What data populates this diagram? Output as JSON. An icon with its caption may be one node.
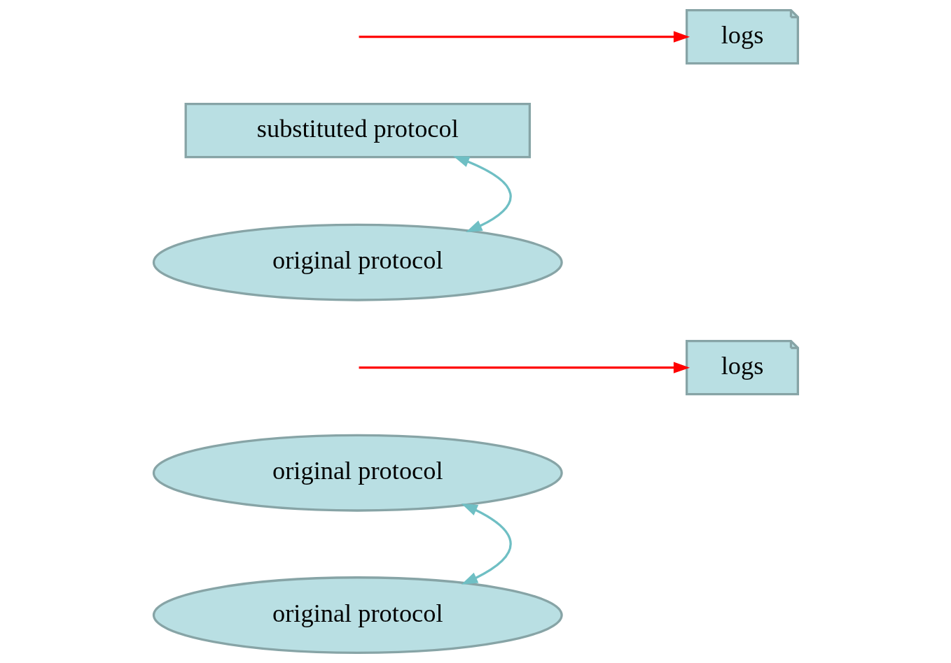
{
  "diagram": {
    "nodes": [
      {
        "text": [
          "original protocol"
        ]
      },
      {
        "text": [
          "original protocol"
        ]
      },
      {
        "text": [
          "logs"
        ]
      },
      {
        "text": [
          "substituted protocol"
        ]
      },
      {
        "text": [
          "original protocol"
        ]
      },
      {
        "text": [
          "logs"
        ]
      }
    ],
    "edges": [
      {
        "from": 0,
        "to": 1,
        "arrow": "both",
        "color": "#6fbfc4"
      },
      {
        "from": null,
        "to": 2,
        "arrow": "to",
        "color": "#ff0000"
      },
      {
        "from": 3,
        "to": 4,
        "arrow": "both",
        "color": "#6fbfc4"
      },
      {
        "from": null,
        "to": 5,
        "arrow": "to",
        "color": "#ff0000"
      }
    ]
  }
}
